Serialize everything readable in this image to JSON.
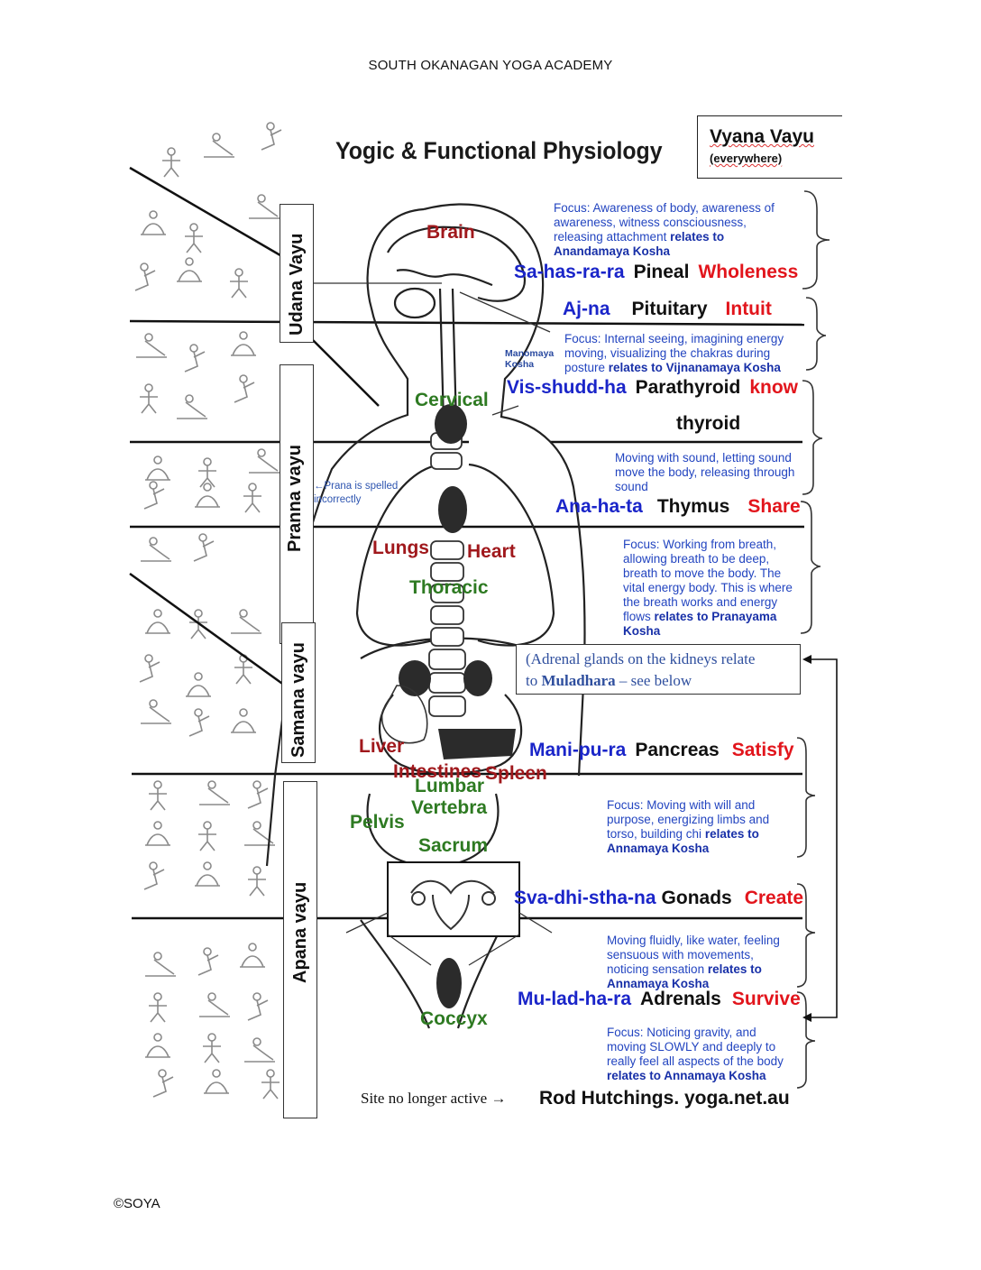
{
  "header": "SOUTH OKANAGAN YOGA ACADEMY",
  "footer": "©SOYA",
  "title": "Yogic & Functional Physiology",
  "vyana": {
    "title": "Vyana Vayu",
    "subtitle": "(everywhere)"
  },
  "vayus": {
    "udana": "Udana Vayu",
    "prana": "Pranna vayu",
    "samana": "Samana vayu",
    "apana": "Apana vayu"
  },
  "prana_note": "←Prana is spelled incorrectly",
  "manomaya": "Manomaya Kosha",
  "body_labels": {
    "brain": "Brain",
    "cervical": "Cervical",
    "lungs": "Lungs",
    "heart": "Heart",
    "thoracic": "Thoracic",
    "liver": "Liver",
    "intestines": "Intestines",
    "spleen": "Spleen",
    "lumbar": "Lumbar",
    "vertebra": "Vertebra",
    "pelvis": "Pelvis",
    "sacrum": "Sacrum",
    "coccyx": "Coccyx"
  },
  "chakras": [
    {
      "name": "Sa-has-ra-ra",
      "gland": "Pineal",
      "word": "Wholeness"
    },
    {
      "name": "Aj-na",
      "gland": "Pituitary",
      "word": "Intuit"
    },
    {
      "name": "Vis-shudd-ha",
      "gland": "Parathyroid",
      "word": "know",
      "extra": "thyroid"
    },
    {
      "name": "Ana-ha-ta",
      "gland": "Thymus",
      "word": "Share"
    },
    {
      "name": "Mani-pu-ra",
      "gland": "Pancreas",
      "word": "Satisfy"
    },
    {
      "name": "Sva-dhi-stha-na",
      "gland": "Gonads",
      "word": "Create"
    },
    {
      "name": "Mu-lad-ha-ra",
      "gland": "Adrenals",
      "word": "Survive"
    }
  ],
  "focus": {
    "f1": "Focus: Awareness of body, awareness of awareness, witness consciousness, releasing attachment",
    "f1b": "relates to Anandamaya Kosha",
    "f2": "Focus: Internal seeing, imagining energy moving, visualizing the chakras during posture",
    "f2b": "relates to Vijnanamaya Kosha",
    "f3": "Moving with sound, letting sound move the body, releasing through sound",
    "f4": "Focus: Working from breath, allowing breath to be deep, breath to move the body. The vital energy body. This is where the breath works and energy flows",
    "f4b": "relates to Pranayama Kosha",
    "f5": "Focus: Moving with will and purpose, energizing limbs and torso, building chi",
    "f5b": "relates to Annamaya Kosha",
    "f6": "Moving fluidly, like water, feeling sensuous with movements, noticing sensation",
    "f6b": "relates to Annamaya Kosha",
    "f7": "Focus: Noticing gravity, and moving SLOWLY and deeply to really feel all aspects of the body",
    "f7b": "relates to Annamaya Kosha"
  },
  "kidney_note": {
    "line1": "(Adrenal glands on the kidneys relate",
    "pre": "to ",
    "bold": "Muladhara",
    "post": " – see below"
  },
  "site_note": "Site no longer active →",
  "credit": "Rod Hutchings. yoga.net.au",
  "colors": {
    "chakra_name": "#1a25c9",
    "quality": "#e2151c",
    "organ": "#a0181c",
    "spine": "#2e7a22",
    "focus_text": "#2345c0"
  }
}
